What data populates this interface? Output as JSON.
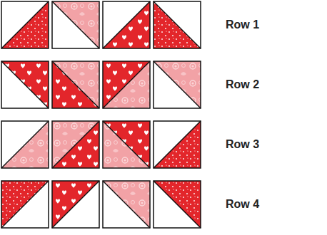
{
  "diagram": {
    "labels": [
      "Row 1",
      "Row 2",
      "Row 3",
      "Row 4"
    ]
  }
}
